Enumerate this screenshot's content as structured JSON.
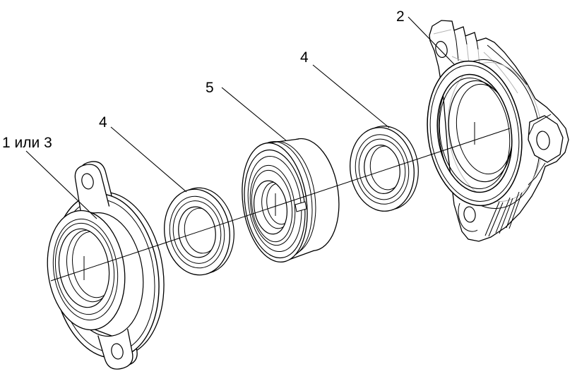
{
  "diagram": {
    "type": "exploded-assembly-drawing",
    "callouts": [
      {
        "label": "1 или 3",
        "part": "flange-cover"
      },
      {
        "label": "4",
        "part": "seal-ring-left"
      },
      {
        "label": "5",
        "part": "bearing"
      },
      {
        "label": "4",
        "part": "seal-ring-right"
      },
      {
        "label": "2",
        "part": "bearing-bracket"
      }
    ],
    "colors": {
      "background": "#ffffff",
      "line": "#000000",
      "facet": "#b3b3b3"
    }
  }
}
